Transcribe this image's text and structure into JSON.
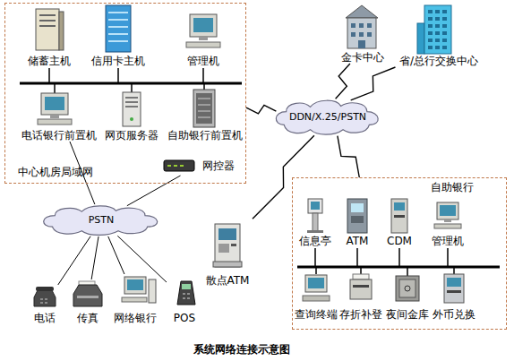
{
  "diagram": {
    "caption": "系统网络连接示意图",
    "nodes": [
      {
        "text": [
          "中心机房局域网"
        ]
      },
      {
        "text": [
          "储蓄主机"
        ],
        "in": 0
      },
      {
        "text": [
          "信用卡主机"
        ],
        "in": 0
      },
      {
        "text": [
          "管理机"
        ],
        "in": 0
      },
      {
        "text": [
          "电话银行前置机"
        ],
        "in": 0
      },
      {
        "text": [
          "网页服务器"
        ],
        "in": 0
      },
      {
        "text": [
          "自助银行前置机"
        ],
        "in": 0
      },
      {
        "text": [
          "网控器"
        ],
        "in": 0
      },
      {
        "text": [
          "金卡中心"
        ]
      },
      {
        "text": [
          "省/总行交换中心"
        ]
      },
      {
        "text": [
          "DDN/X.25/PSTN"
        ]
      },
      {
        "text": [
          "PSTN"
        ]
      },
      {
        "text": [
          "自助银行"
        ]
      },
      {
        "text": [
          "信息亭"
        ],
        "in": 12
      },
      {
        "text": [
          "ATM"
        ],
        "in": 12
      },
      {
        "text": [
          "CDM"
        ],
        "in": 12
      },
      {
        "text": [
          "管理机"
        ],
        "in": 12
      },
      {
        "text": [
          "查询终端"
        ],
        "in": 12
      },
      {
        "text": [
          "存折补登"
        ],
        "in": 12
      },
      {
        "text": [
          "夜间金库"
        ],
        "in": 12
      },
      {
        "text": [
          "外币兑换"
        ],
        "in": 12
      },
      {
        "text": [
          "散点ATM"
        ]
      },
      {
        "text": [
          "电话"
        ]
      },
      {
        "text": [
          "传真"
        ]
      },
      {
        "text": [
          "网络银行"
        ]
      },
      {
        "text": [
          "POS"
        ]
      }
    ],
    "edges": [
      {
        "from": 11,
        "to": 4,
        "arrow": "none"
      },
      {
        "from": 11,
        "to": 7,
        "arrow": "none"
      },
      {
        "from": 11,
        "to": 22,
        "arrow": "none"
      },
      {
        "from": 11,
        "to": 23,
        "arrow": "none"
      },
      {
        "from": 11,
        "to": 24,
        "arrow": "none"
      },
      {
        "from": 11,
        "to": 25,
        "arrow": "none"
      },
      {
        "from": 10,
        "to": 0,
        "arrow": "none"
      },
      {
        "from": 10,
        "to": 8,
        "arrow": "none"
      },
      {
        "from": 10,
        "to": 9,
        "arrow": "none"
      },
      {
        "from": 10,
        "to": 21,
        "arrow": "none"
      },
      {
        "from": 10,
        "to": 12,
        "arrow": "none"
      }
    ]
  }
}
